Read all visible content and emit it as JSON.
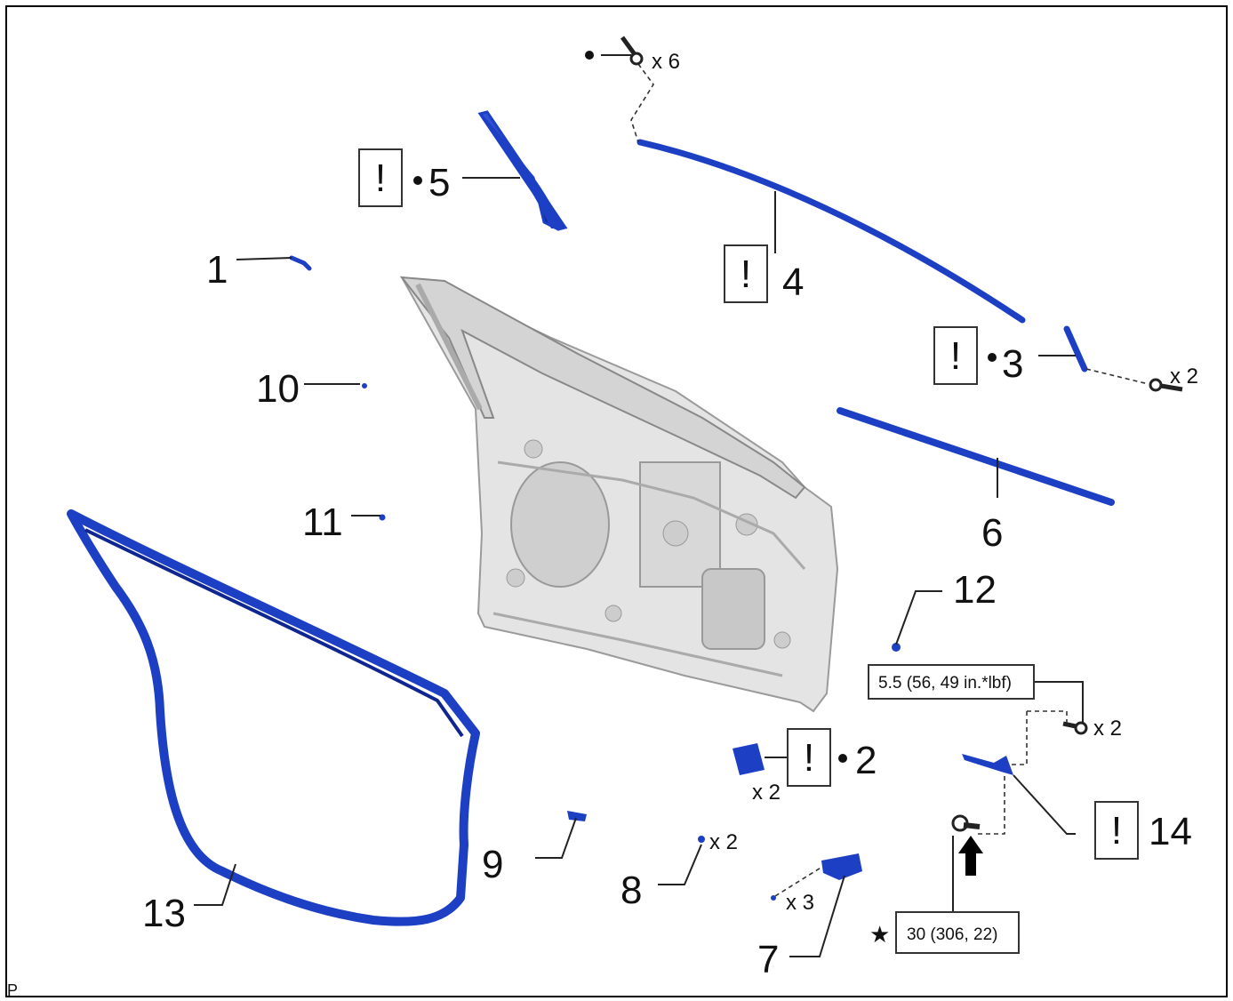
{
  "colors": {
    "part": "#1d3fc4",
    "part_dark": "#0f2690",
    "door_panel": "#e6e6e6",
    "line": "#222222"
  },
  "callouts": [
    {
      "number": "1",
      "caution": false,
      "new_part": false
    },
    {
      "number": "2",
      "caution": true,
      "new_part": true
    },
    {
      "number": "3",
      "caution": true,
      "new_part": true
    },
    {
      "number": "4",
      "caution": true,
      "new_part": false
    },
    {
      "number": "5",
      "caution": true,
      "new_part": true
    },
    {
      "number": "6",
      "caution": false,
      "new_part": false
    },
    {
      "number": "7",
      "caution": false,
      "new_part": false
    },
    {
      "number": "8",
      "caution": false,
      "new_part": false
    },
    {
      "number": "9",
      "caution": false,
      "new_part": false
    },
    {
      "number": "10",
      "caution": false,
      "new_part": false
    },
    {
      "number": "11",
      "caution": false,
      "new_part": false
    },
    {
      "number": "12",
      "caution": false,
      "new_part": false
    },
    {
      "number": "13",
      "caution": false,
      "new_part": false
    },
    {
      "number": "14",
      "caution": true,
      "new_part": false
    }
  ],
  "caution_symbol": "!",
  "quantities": {
    "screws_top": "x 6",
    "clips_3": "x 2",
    "pad_2": "x 2",
    "clip_8": "x 2",
    "screws_7": "x 3",
    "bolts_14": "x 2"
  },
  "torques": {
    "check_bolts": "5.5 (56, 49 in.*lbf)",
    "hinge_bolt": "30 (306, 22)"
  },
  "star_symbol": "★",
  "corner_label": "P",
  "icons": [
    "caution-icon",
    "new-part-dot-icon",
    "bolt-icon",
    "star-icon",
    "up-arrow-icon"
  ]
}
